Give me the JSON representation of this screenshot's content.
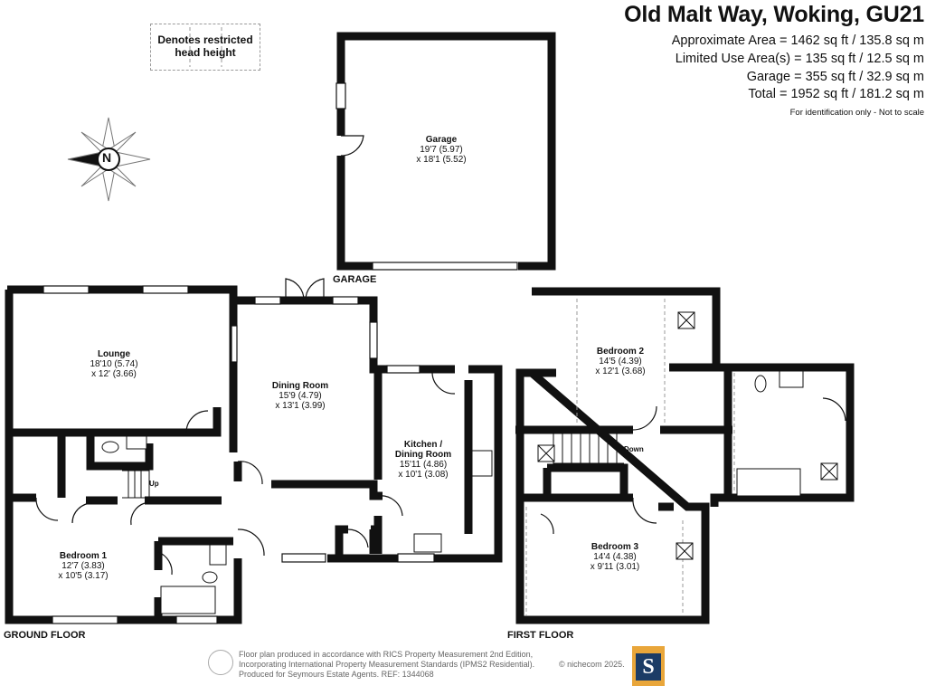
{
  "header": {
    "title": "Old Malt Way, Woking, GU21",
    "approx_area": "Approximate Area = 1462 sq ft / 135.8 sq m",
    "limited_use": "Limited Use Area(s) = 135 sq ft / 12.5 sq m",
    "garage_area": "Garage = 355 sq ft / 32.9 sq m",
    "total": "Total = 1952 sq ft / 181.2 sq m",
    "note": "For identification only - Not to scale"
  },
  "legend": {
    "line1": "Denotes restricted",
    "line2": "head height"
  },
  "compass": {
    "letter": "N"
  },
  "floors": {
    "ground": "GROUND FLOOR",
    "first": "FIRST FLOOR",
    "garage": "GARAGE"
  },
  "rooms": {
    "garage": {
      "name": "Garage",
      "dim1": "19'7 (5.97)",
      "dim2": "x 18'1 (5.52)"
    },
    "lounge": {
      "name": "Lounge",
      "dim1": "18'10 (5.74)",
      "dim2": "x 12' (3.66)"
    },
    "dining": {
      "name": "Dining Room",
      "dim1": "15'9 (4.79)",
      "dim2": "x 13'1 (3.99)"
    },
    "kitchen": {
      "name": "Kitchen /",
      "name2": "Dining Room",
      "dim1": "15'11 (4.86)",
      "dim2": "x 10'1 (3.08)"
    },
    "bedroom1": {
      "name": "Bedroom 1",
      "dim1": "12'7 (3.83)",
      "dim2": "x 10'5 (3.17)"
    },
    "bedroom2": {
      "name": "Bedroom 2",
      "dim1": "14'5 (4.39)",
      "dim2": "x 12'1 (3.68)"
    },
    "bedroom3": {
      "name": "Bedroom 3",
      "dim1": "14'4 (4.38)",
      "dim2": "x 9'11 (3.01)"
    }
  },
  "stairs": {
    "up": "Up",
    "down": "Down"
  },
  "footer": {
    "line1": "Floor plan produced in accordance with RICS Property Measurement 2nd Edition,",
    "line2": "Incorporating International Property Measurement Standards (IPMS2 Residential).",
    "line3": "Produced for Seymours Estate Agents.   REF: 1344068",
    "copyright": "© nichecom 2025.",
    "logo_letter": "S"
  },
  "colors": {
    "wall": "#111111",
    "logo_bg": "#e9a63a",
    "logo_fg": "#1c3c66"
  }
}
